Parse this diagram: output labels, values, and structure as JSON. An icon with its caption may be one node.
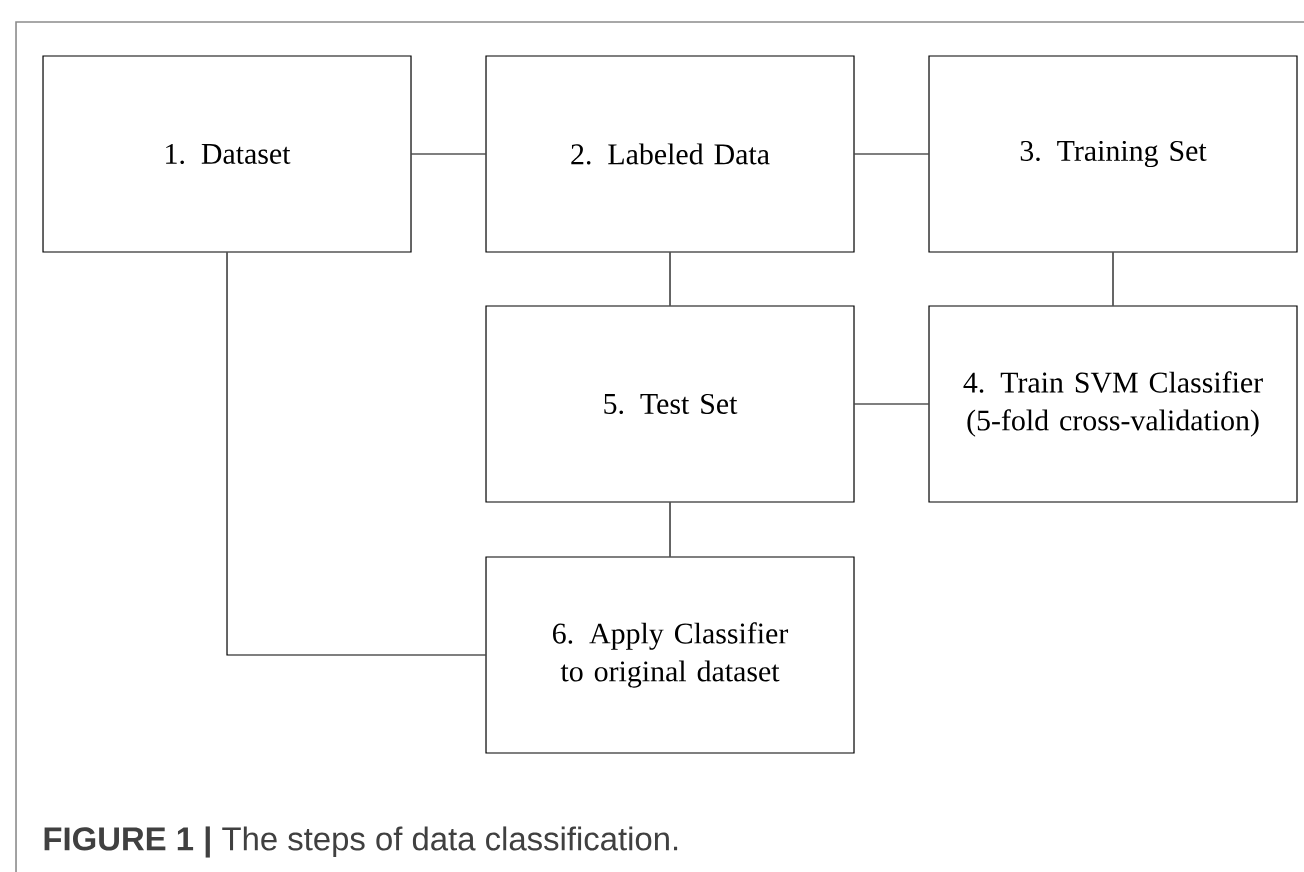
{
  "diagram": {
    "caption": "**FIGURE 1 |** The steps of data classification.",
    "nodes": [
      {
        "text": [
          "1. Dataset"
        ]
      },
      {
        "text": [
          "2. Labeled Data"
        ]
      },
      {
        "text": [
          "3. Training Set"
        ]
      },
      {
        "text": [
          "4. Train SVM Classifier (5-fold cross-validation)"
        ]
      },
      {
        "text": [
          "5. Test Set"
        ]
      },
      {
        "text": [
          "6. Apply Classifier to original dataset"
        ]
      }
    ],
    "edges": [
      {
        "from": 0,
        "to": 1,
        "arrow": "none"
      },
      {
        "from": 1,
        "to": 2,
        "arrow": "none"
      },
      {
        "from": 1,
        "to": 4,
        "arrow": "none"
      },
      {
        "from": 2,
        "to": 3,
        "arrow": "none"
      },
      {
        "from": 3,
        "to": 4,
        "arrow": "none"
      },
      {
        "from": 4,
        "to": 5,
        "arrow": "none"
      },
      {
        "from": 0,
        "to": 5,
        "arrow": "none"
      }
    ]
  }
}
